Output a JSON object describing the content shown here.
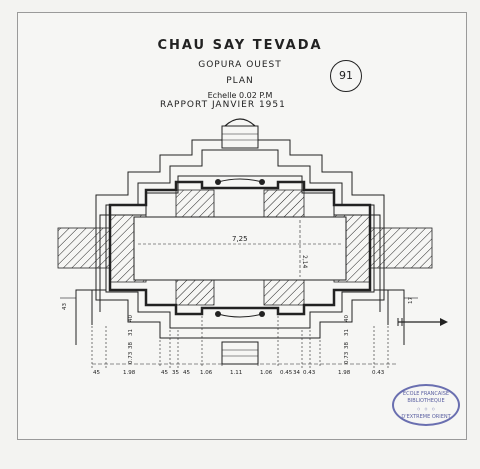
{
  "header": {
    "title": "CHAU SAY TEVADA",
    "subtitle": "GOPURA OUEST",
    "plan": "PLAN",
    "scale": "Echelle 0.02 P.M",
    "report": "RAPPORT   JANVIER   1951",
    "number": "91"
  },
  "dimensions": {
    "length": "7,25",
    "width": "2,14",
    "bottom": [
      "45",
      "1.98",
      "45",
      "35",
      "45",
      "1.06",
      "1.11",
      "1.06",
      "0.45",
      "34",
      "0.43",
      "1.98",
      "0.43"
    ],
    "left_vertical": [
      "40",
      "31",
      "38",
      "0.73"
    ],
    "right_vertical": [
      "40",
      "31",
      "38",
      "0.73"
    ],
    "left_small": "43",
    "right_small": "17"
  },
  "stamp": {
    "line1": "ECOLE FRANCAISE",
    "line2": "BIBLIOTHEQUE",
    "line3": "D'EXTREME ORIENT"
  },
  "colors": {
    "ink": "#222222",
    "stamp": "#5a5fa0",
    "paper": "#f6f6f4"
  }
}
